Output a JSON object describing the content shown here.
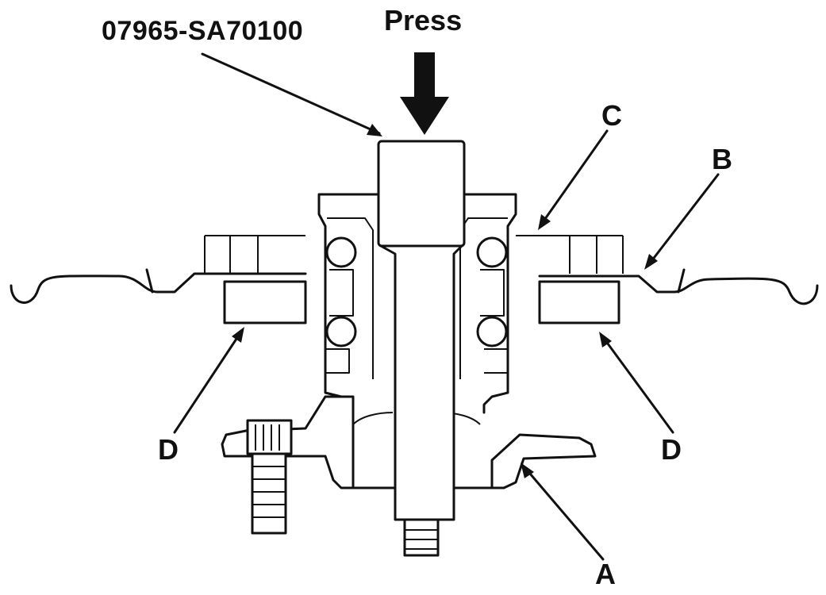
{
  "labels": {
    "tool_part_number": "07965-SA70100",
    "press": "Press",
    "a": "A",
    "b": "B",
    "c": "C",
    "d_left": "D",
    "d_right": "D"
  },
  "colors": {
    "ink": "#111111",
    "paper": "#ffffff"
  }
}
